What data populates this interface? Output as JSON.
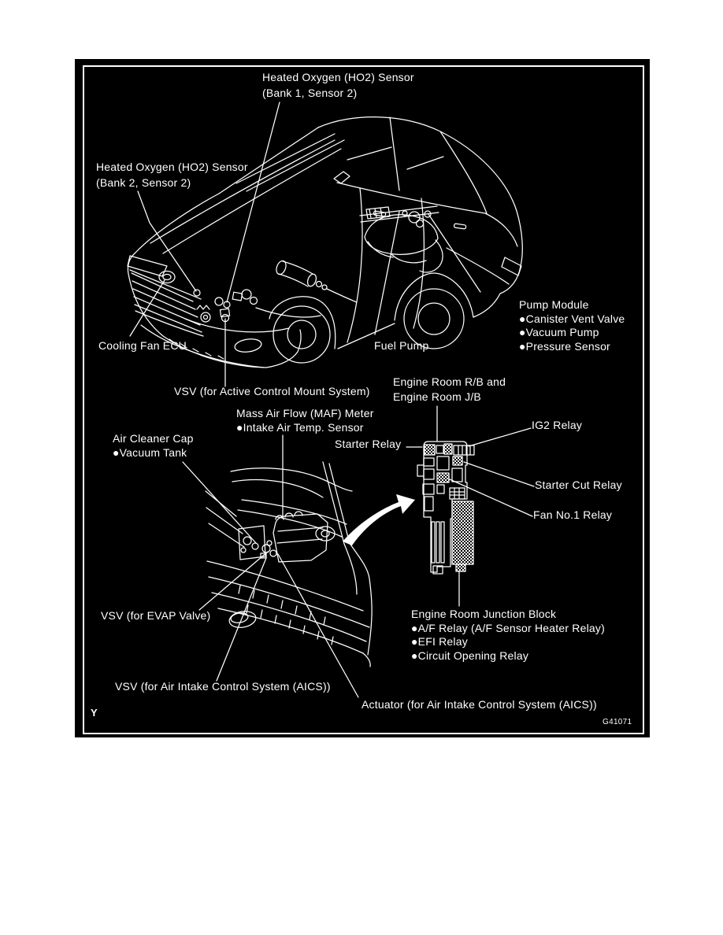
{
  "page": {
    "background": "#ffffff"
  },
  "figure": {
    "id_code": "G41071",
    "page_marker": "Y",
    "colors": {
      "background": "#000000",
      "line": "#ffffff"
    },
    "labels": {
      "ho2_bank1": {
        "line1": "Heated Oxygen (HO2) Sensor",
        "line2": "(Bank 1, Sensor 2)"
      },
      "ho2_bank2": {
        "line1": "Heated Oxygen (HO2) Sensor",
        "line2": "(Bank 2, Sensor 2)"
      },
      "cooling_fan_ecu": "Cooling Fan ECU",
      "fuel_pump": "Fuel Pump",
      "pump_module": {
        "title": "Pump Module",
        "items": [
          "●Canister Vent Valve",
          "●Vacuum Pump",
          "●Pressure Sensor"
        ]
      },
      "vsv_acm": "VSV (for Active Control Mount System)",
      "engine_room_rb": {
        "line1": "Engine Room R/B and",
        "line2": "Engine Room J/B"
      },
      "maf_meter": {
        "line1": "Mass Air Flow (MAF) Meter",
        "line2": "●Intake Air Temp. Sensor"
      },
      "air_cleaner": {
        "line1": "Air Cleaner Cap",
        "line2": "●Vacuum Tank"
      },
      "starter_relay": "Starter Relay",
      "ig2_relay": "IG2 Relay",
      "starter_cut_relay": "Starter Cut Relay",
      "fan_no1_relay": "Fan No.1 Relay",
      "junction_block": {
        "title": "Engine Room Junction Block",
        "items": [
          "●A/F Relay (A/F Sensor Heater Relay)",
          "●EFI Relay",
          "●Circuit Opening Relay"
        ]
      },
      "vsv_evap": "VSV (for EVAP Valve)",
      "vsv_aics": "VSV (for Air Intake Control System (AICS))",
      "actuator_aics": "Actuator (for Air Intake Control System (AICS))"
    }
  }
}
